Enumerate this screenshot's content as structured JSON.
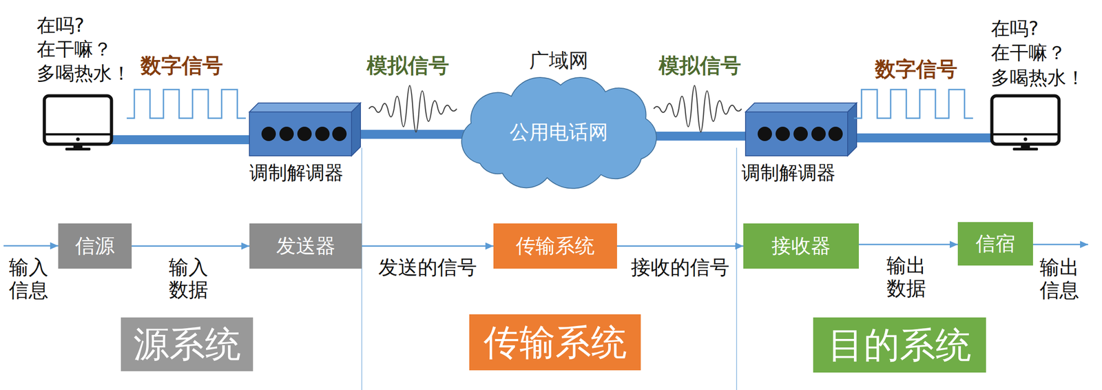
{
  "diagram": {
    "nodes": [
      {
        "text": [
          "广域网",
          "公用电话网"
        ]
      },
      {
        "text": [
          "信源"
        ]
      },
      {
        "text": [
          "发送器"
        ]
      },
      {
        "text": [
          "传输系统"
        ]
      },
      {
        "text": [
          "接收器"
        ]
      },
      {
        "text": [
          "信宿"
        ]
      },
      {
        "text": [
          "源系统"
        ]
      },
      {
        "text": [
          "传输系统"
        ]
      },
      {
        "text": [
          "目的系统"
        ]
      }
    ],
    "edges": [
      {
        "from": 1,
        "to": 2,
        "arrow": "to",
        "label": "输入 数据"
      },
      {
        "from": 2,
        "to": 3,
        "arrow": "to",
        "label": "发送的信号"
      },
      {
        "from": 3,
        "to": 4,
        "arrow": "to",
        "label": "接收的信号"
      },
      {
        "from": 4,
        "to": 5,
        "arrow": "to",
        "label": "输出 数据"
      }
    ],
    "labels": [
      "在吗?",
      "在干嘛？",
      "多喝热水！",
      "数字信号",
      "模拟信号",
      "调制解调器",
      "模拟信号",
      "调制解调器",
      "数字信号",
      "在吗?",
      "在干嘛？",
      "多喝热水！",
      "输入 信息",
      "输出 信息"
    ]
  }
}
